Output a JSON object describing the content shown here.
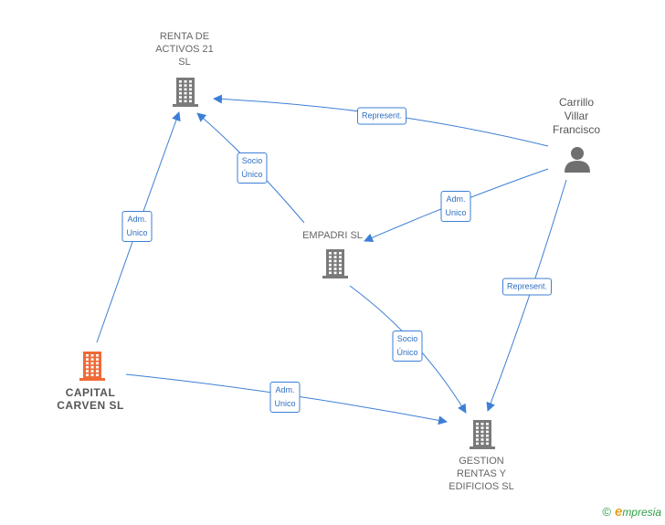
{
  "nodes": {
    "renta": {
      "lines": [
        "RENTA DE",
        "ACTIVOS 21",
        "SL"
      ]
    },
    "carrillo": {
      "lines": [
        "Carrillo",
        "Villar",
        "Francisco"
      ]
    },
    "empadri": {
      "lines": [
        "EMPADRI SL"
      ]
    },
    "capital": {
      "lines": [
        "CAPITAL",
        "CARVEN  SL"
      ]
    },
    "gestion": {
      "lines": [
        "GESTION",
        "RENTAS Y",
        "EDIFICIOS  SL"
      ]
    }
  },
  "edges": {
    "carrillo_renta": {
      "lines": [
        "Represent."
      ]
    },
    "empadri_renta": {
      "lines": [
        "Socio",
        "Único"
      ]
    },
    "carrillo_empadri": {
      "lines": [
        "Adm.",
        "Unico"
      ]
    },
    "capital_renta": {
      "lines": [
        "Adm.",
        "Unico"
      ]
    },
    "carrillo_gestion": {
      "lines": [
        "Represent."
      ]
    },
    "empadri_gestion": {
      "lines": [
        "Socio",
        "Único"
      ]
    },
    "capital_gestion": {
      "lines": [
        "Adm.",
        "Unico"
      ]
    }
  },
  "colors": {
    "edge": "#3d7fd6",
    "company_icon": "#7a7a7a",
    "focus_icon": "#f06a35",
    "person_icon": "#6f6f6f"
  },
  "footer": {
    "copyright": "©",
    "brand_initial": "e",
    "brand_rest": "mpresia"
  }
}
